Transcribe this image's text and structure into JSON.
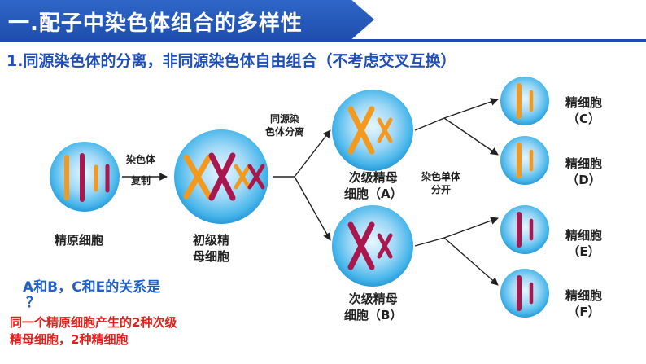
{
  "header": {
    "title": "一.配子中染色体组合的多样性",
    "subtitle": "1.同源染色体的分离，非同源染色体自由组合（不考虑交叉互换）"
  },
  "cells": {
    "spermatogonium": "精原细胞",
    "primary_line1": "初级精",
    "primary_line2": "母细胞",
    "secondary_a_line1": "次级精母",
    "secondary_a_line2": "细胞（A）",
    "secondary_b_line1": "次级精母",
    "secondary_b_line2": "细胞（B）",
    "sperm_label": "精细胞",
    "sperm_c": "（C）",
    "sperm_d": "（D）",
    "sperm_e": "（E）",
    "sperm_f": "（F）"
  },
  "steps": {
    "step1_line1": "染色体",
    "step1_line2": "复制",
    "step2_line1": "同源染",
    "step2_line2": "色体分离",
    "step3_line1": "染色单体",
    "step3_line2": "分开"
  },
  "question": {
    "line1": "A和B，C和E的关系是",
    "line2": "？",
    "answer_line1": "同一个精原细胞产生的2种次级",
    "answer_line2": "精母细胞，2种精细胞"
  },
  "colors": {
    "banner": "#1e4fae",
    "subtitle": "#1f4eb8",
    "chromosome_orange": "#f39a1e",
    "chromosome_red": "#a8174e",
    "cell_fill": "#48b6ea",
    "arrow": "#222222",
    "answer": "#e0201b",
    "question": "#1f5fc8"
  }
}
